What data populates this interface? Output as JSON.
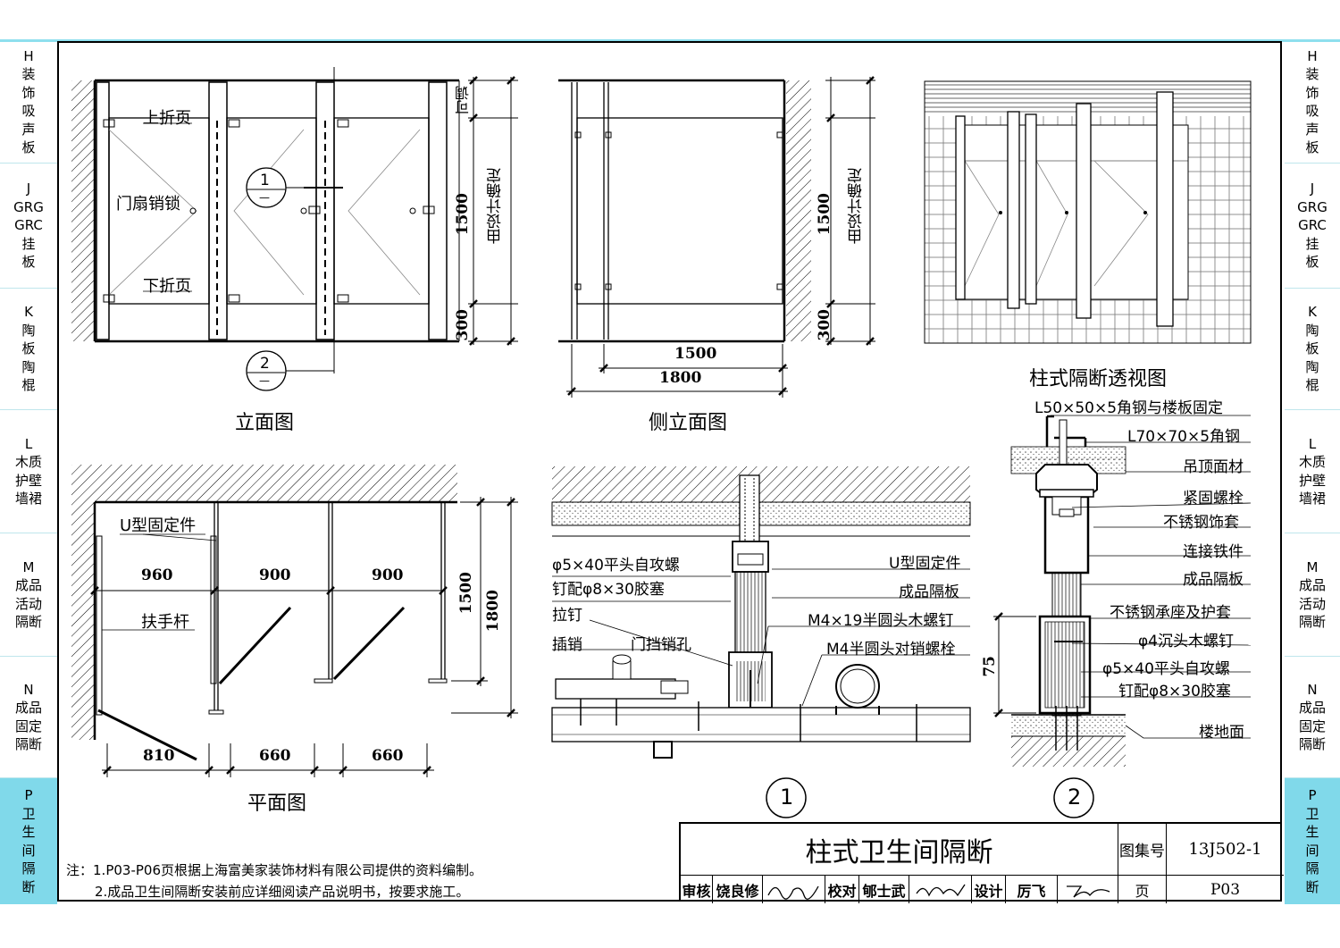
{
  "side_tabs": [
    {
      "code": "H",
      "name": "装饰吸声板"
    },
    {
      "code": "J",
      "name": "GRG GRC 挂板"
    },
    {
      "code": "K",
      "name": "陶板陶棍"
    },
    {
      "code": "L",
      "name": "木质护壁墙裙"
    },
    {
      "code": "M",
      "name": "成品活动隔断"
    },
    {
      "code": "N",
      "name": "成品固定隔断"
    },
    {
      "code": "P",
      "name": "卫生间隔断"
    }
  ],
  "side_tab_chars": [
    [
      "H",
      "装",
      "饰",
      "吸",
      "声",
      "板"
    ],
    [
      "J",
      "GRG",
      "GRC",
      "挂",
      "板"
    ],
    [
      "K",
      "陶",
      "板",
      "陶",
      "棍"
    ],
    [
      "L",
      "木质",
      "护壁",
      "墙裙"
    ],
    [
      "M",
      "成品",
      "活动",
      "隔断"
    ],
    [
      "N",
      "成品",
      "固定",
      "隔断"
    ],
    [
      "P",
      "卫",
      "生",
      "间",
      "隔",
      "断"
    ]
  ],
  "active_tab_color": "#80d9ea",
  "elevation": {
    "title": "立面图",
    "labels": {
      "upper_hinge": "上折页",
      "door_lock": "门扇销锁",
      "lower_hinge": "下折页",
      "adjustable": "可调",
      "by_design": "由设计确定"
    },
    "callouts": [
      {
        "num": "1",
        "sub": "—"
      },
      {
        "num": "2",
        "sub": "—"
      }
    ],
    "dims": {
      "h1": "1500",
      "h2": "300"
    }
  },
  "side_elevation": {
    "title": "侧立面图",
    "labels": {
      "by_design": "由设计确定"
    },
    "dims": {
      "h1": "1500",
      "h2": "300",
      "w1": "1500",
      "w2": "1800"
    }
  },
  "perspective": {
    "title": "柱式隔断透视图"
  },
  "plan": {
    "title": "平面图",
    "labels": {
      "u_fixture": "U型固定件",
      "handrail": "扶手杆"
    },
    "dims": {
      "top": [
        "960",
        "900",
        "900"
      ],
      "bottom": [
        "810",
        "660",
        "660"
      ],
      "right1": "1500",
      "right2": "1800"
    }
  },
  "detail1": {
    "num": "1",
    "labels": {
      "screw": "φ5×40平头自攻螺",
      "plug": "钉配φ8×30胶塞",
      "rivet": "拉钉",
      "latch": "插销",
      "stop_hole": "门挡销孔",
      "u_fixture": "U型固定件",
      "panel": "成品隔板",
      "m4_19": "M4×19半圆头木螺钉",
      "m4_bolt": "M4半圆头对销螺栓"
    }
  },
  "detail2": {
    "num": "2",
    "labels": {
      "angle50": "L50×50×5角钢与楼板固定",
      "angle70": "L70×70×5角钢",
      "ceiling": "吊顶面材",
      "bolt": "紧固螺栓",
      "sleeve": "不锈钢饰套",
      "connector": "连接铁件",
      "panel": "成品隔板",
      "seat": "不锈钢承座及护套",
      "wood_screw": "φ4沉头木螺钉",
      "screw": "φ5×40平头自攻螺",
      "plug": "钉配φ8×30胶塞",
      "floor": "楼地面"
    },
    "dim": "75"
  },
  "notes": {
    "prefix": "注：",
    "n1": "1.P03-P06页根据上海富美家装饰材料有限公司提供的资料编制。",
    "n2": "2.成品卫生间隔断安装前应详细阅读产品说明书，按要求施工。"
  },
  "title_block": {
    "title": "柱式卫生间隔断",
    "atlas_label": "图集号",
    "atlas_no": "13J502-1",
    "review_label": "审核",
    "reviewer": "饶良修",
    "check_label": "校对",
    "checker": "郇士武",
    "design_label": "设计",
    "designer": "厉飞",
    "page_label": "页",
    "page_no": "P03"
  }
}
